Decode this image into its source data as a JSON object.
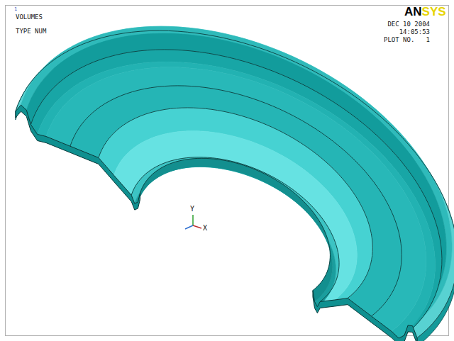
{
  "diagram": {
    "labels": [
      "1",
      "VOLUMES",
      "TYPE NUM",
      "AN",
      "SYS",
      "DEC 10 2004",
      "14:05:53",
      "PLOT NO.   1",
      "Y",
      "X"
    ]
  }
}
